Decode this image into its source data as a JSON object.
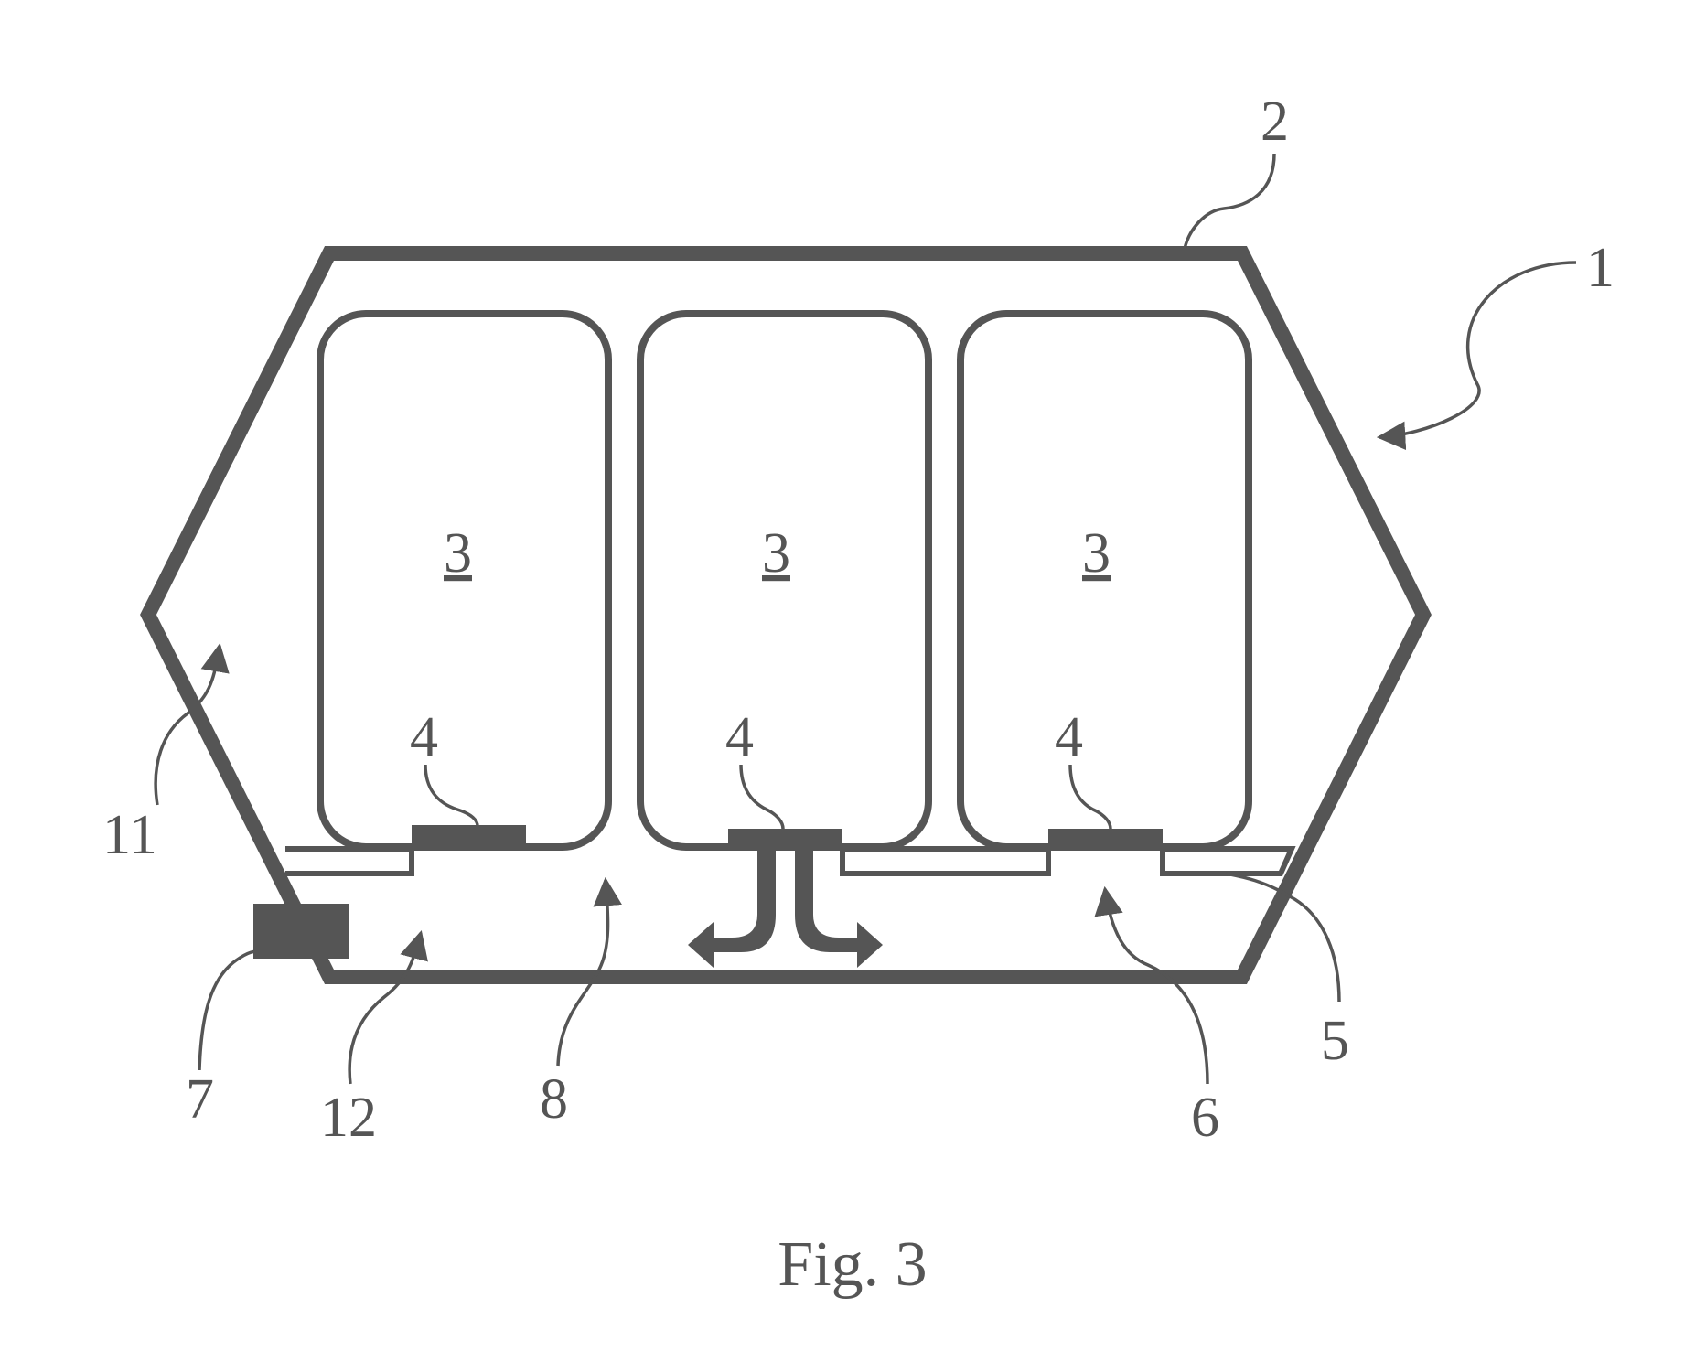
{
  "figure": {
    "caption": "Fig. 3",
    "colors": {
      "line": "#555555",
      "background": "#ffffff"
    },
    "reference_numerals": {
      "housing_overall": "1",
      "housing_wall": "2",
      "cell_left": "3",
      "cell_middle": "3",
      "cell_right": "3",
      "vent_left": "4",
      "vent_middle": "4",
      "vent_right": "4",
      "plate": "5",
      "channel_opening": "6",
      "outlet_block": "7",
      "channel": "8",
      "inner_space": "11",
      "lower_chamber": "12"
    }
  }
}
